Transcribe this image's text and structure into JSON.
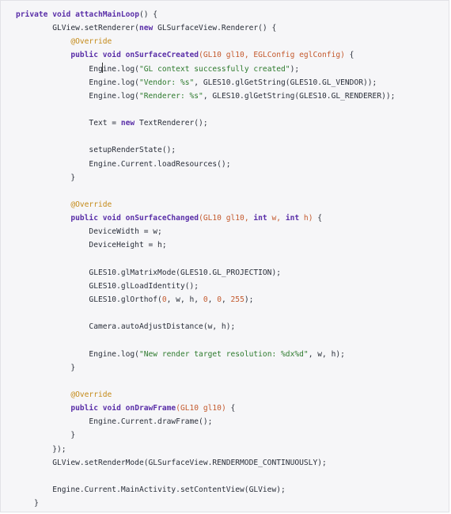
{
  "colors": {
    "background": "#f6f6f8",
    "keyword": "#5a2fa8",
    "annotation": "#c48a18",
    "parameter": "#c45a2e",
    "string": "#2d7a2d",
    "text": "#2a2f3a"
  },
  "code": {
    "language": "java",
    "lines": [
      {
        "indent": "",
        "tokens": [
          {
            "t": "private",
            "c": "keyword"
          },
          {
            "t": " ",
            "c": "plain"
          },
          {
            "t": "void",
            "c": "keyword"
          },
          {
            "t": " ",
            "c": "plain"
          },
          {
            "t": "attachMainLoop",
            "c": "method"
          },
          {
            "t": "() {",
            "c": "plain"
          }
        ]
      },
      {
        "indent": "        ",
        "tokens": [
          {
            "t": "GLView.setRenderer(",
            "c": "plain"
          },
          {
            "t": "new",
            "c": "keyword"
          },
          {
            "t": " GLSurfaceView.Renderer() {",
            "c": "plain"
          }
        ]
      },
      {
        "indent": "            ",
        "tokens": [
          {
            "t": "@Override",
            "c": "annotation"
          }
        ]
      },
      {
        "indent": "            ",
        "tokens": [
          {
            "t": "public",
            "c": "keyword"
          },
          {
            "t": " ",
            "c": "plain"
          },
          {
            "t": "void",
            "c": "keyword"
          },
          {
            "t": " ",
            "c": "plain"
          },
          {
            "t": "onSurfaceCreated",
            "c": "method"
          },
          {
            "t": "(GL10 gl10, EGLConfig eglConfig)",
            "c": "param"
          },
          {
            "t": " {",
            "c": "plain"
          }
        ]
      },
      {
        "indent": "                ",
        "tokens": [
          {
            "t": "Engine.log(",
            "c": "plain"
          },
          {
            "t": "\"GL context successfully created\"",
            "c": "string"
          },
          {
            "t": ");",
            "c": "plain"
          }
        ]
      },
      {
        "indent": "                ",
        "tokens": [
          {
            "t": "Engine.log(",
            "c": "plain"
          },
          {
            "t": "\"Vendor: %s\"",
            "c": "string"
          },
          {
            "t": ", GLES10.glGetString(GLES10.GL_VENDOR));",
            "c": "plain"
          }
        ]
      },
      {
        "indent": "                ",
        "tokens": [
          {
            "t": "Engine.log(",
            "c": "plain"
          },
          {
            "t": "\"Renderer: %s\"",
            "c": "string"
          },
          {
            "t": ", GLES10.glGetString(GLES10.GL_RENDERER));",
            "c": "plain"
          }
        ]
      },
      {
        "indent": "",
        "tokens": []
      },
      {
        "indent": "                ",
        "tokens": [
          {
            "t": "Text = ",
            "c": "plain"
          },
          {
            "t": "new",
            "c": "keyword"
          },
          {
            "t": " TextRenderer();",
            "c": "plain"
          }
        ]
      },
      {
        "indent": "",
        "tokens": []
      },
      {
        "indent": "                ",
        "tokens": [
          {
            "t": "setupRenderState();",
            "c": "plain"
          }
        ]
      },
      {
        "indent": "                ",
        "tokens": [
          {
            "t": "Engine.Current.loadResources();",
            "c": "plain"
          }
        ]
      },
      {
        "indent": "            ",
        "tokens": [
          {
            "t": "}",
            "c": "plain"
          }
        ]
      },
      {
        "indent": "",
        "tokens": []
      },
      {
        "indent": "            ",
        "tokens": [
          {
            "t": "@Override",
            "c": "annotation"
          }
        ]
      },
      {
        "indent": "            ",
        "tokens": [
          {
            "t": "public",
            "c": "keyword"
          },
          {
            "t": " ",
            "c": "plain"
          },
          {
            "t": "void",
            "c": "keyword"
          },
          {
            "t": " ",
            "c": "plain"
          },
          {
            "t": "onSurfaceChanged",
            "c": "method"
          },
          {
            "t": "(GL10 gl10, ",
            "c": "param"
          },
          {
            "t": "int",
            "c": "keyword"
          },
          {
            "t": " w, ",
            "c": "param"
          },
          {
            "t": "int",
            "c": "keyword"
          },
          {
            "t": " h)",
            "c": "param"
          },
          {
            "t": " {",
            "c": "plain"
          }
        ]
      },
      {
        "indent": "                ",
        "tokens": [
          {
            "t": "DeviceWidth = w;",
            "c": "plain"
          }
        ]
      },
      {
        "indent": "                ",
        "tokens": [
          {
            "t": "DeviceHeight = h;",
            "c": "plain"
          }
        ]
      },
      {
        "indent": "",
        "tokens": []
      },
      {
        "indent": "                ",
        "tokens": [
          {
            "t": "GLES10.glMatrixMode(GLES10.GL_PROJECTION);",
            "c": "plain"
          }
        ]
      },
      {
        "indent": "                ",
        "tokens": [
          {
            "t": "GLES10.glLoadIdentity();",
            "c": "plain"
          }
        ]
      },
      {
        "indent": "                ",
        "tokens": [
          {
            "t": "GLES10.glOrthof(",
            "c": "plain"
          },
          {
            "t": "0",
            "c": "number"
          },
          {
            "t": ", w, h, ",
            "c": "plain"
          },
          {
            "t": "0",
            "c": "number"
          },
          {
            "t": ", ",
            "c": "plain"
          },
          {
            "t": "0",
            "c": "number"
          },
          {
            "t": ", ",
            "c": "plain"
          },
          {
            "t": "255",
            "c": "number"
          },
          {
            "t": ");",
            "c": "plain"
          }
        ]
      },
      {
        "indent": "",
        "tokens": []
      },
      {
        "indent": "                ",
        "tokens": [
          {
            "t": "Camera.autoAdjustDistance(w, h);",
            "c": "plain"
          }
        ]
      },
      {
        "indent": "",
        "tokens": []
      },
      {
        "indent": "                ",
        "tokens": [
          {
            "t": "Engine.log(",
            "c": "plain"
          },
          {
            "t": "\"New render target resolution: %dx%d\"",
            "c": "string"
          },
          {
            "t": ", w, h);",
            "c": "plain"
          }
        ]
      },
      {
        "indent": "            ",
        "tokens": [
          {
            "t": "}",
            "c": "plain"
          }
        ]
      },
      {
        "indent": "",
        "tokens": []
      },
      {
        "indent": "            ",
        "tokens": [
          {
            "t": "@Override",
            "c": "annotation"
          }
        ]
      },
      {
        "indent": "            ",
        "tokens": [
          {
            "t": "public",
            "c": "keyword"
          },
          {
            "t": " ",
            "c": "plain"
          },
          {
            "t": "void",
            "c": "keyword"
          },
          {
            "t": " ",
            "c": "plain"
          },
          {
            "t": "onDrawFrame",
            "c": "method"
          },
          {
            "t": "(GL10 gl10)",
            "c": "param"
          },
          {
            "t": " {",
            "c": "plain"
          }
        ]
      },
      {
        "indent": "                ",
        "tokens": [
          {
            "t": "Engine.Current.drawFrame();",
            "c": "plain"
          }
        ]
      },
      {
        "indent": "            ",
        "tokens": [
          {
            "t": "}",
            "c": "plain"
          }
        ]
      },
      {
        "indent": "        ",
        "tokens": [
          {
            "t": "});",
            "c": "plain"
          }
        ]
      },
      {
        "indent": "        ",
        "tokens": [
          {
            "t": "GLView.setRenderMode(GLSurfaceView.RENDERMODE_CONTINUOUSLY);",
            "c": "plain"
          }
        ]
      },
      {
        "indent": "",
        "tokens": []
      },
      {
        "indent": "        ",
        "tokens": [
          {
            "t": "Engine.Current.MainActivity.setContentView(GLView);",
            "c": "plain"
          }
        ]
      },
      {
        "indent": "    ",
        "tokens": [
          {
            "t": "}",
            "c": "plain"
          }
        ]
      }
    ]
  }
}
